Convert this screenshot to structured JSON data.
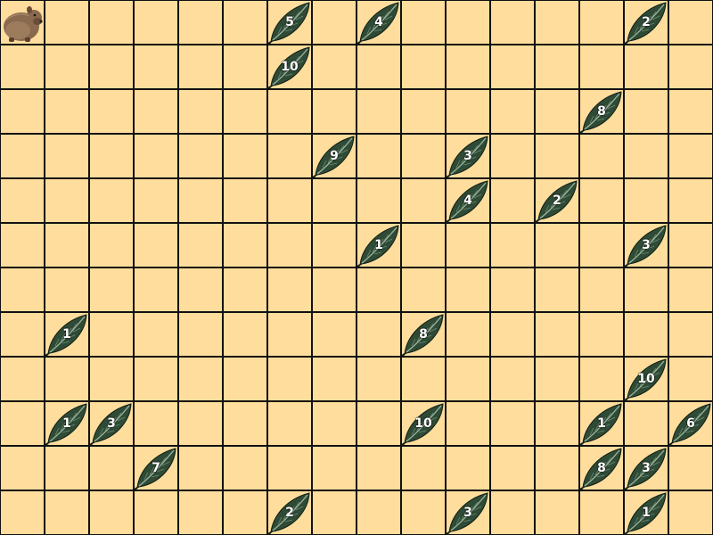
{
  "board": {
    "cols": 16,
    "rows": 12,
    "background_color": "#ffdd9c",
    "grid_color": "#111111"
  },
  "wombat": {
    "col": 0,
    "row": 0,
    "icon": "wombat-icon"
  },
  "leaf_colors": {
    "body": "#2f4b36",
    "vein": "#9db6a2",
    "highlight": "#6e8c75"
  },
  "leaves": [
    {
      "col": 6,
      "row": 0,
      "count": "5"
    },
    {
      "col": 8,
      "row": 0,
      "count": "4"
    },
    {
      "col": 14,
      "row": 0,
      "count": "2"
    },
    {
      "col": 6,
      "row": 1,
      "count": "10"
    },
    {
      "col": 13,
      "row": 2,
      "count": "8"
    },
    {
      "col": 7,
      "row": 3,
      "count": "9"
    },
    {
      "col": 10,
      "row": 3,
      "count": "3"
    },
    {
      "col": 10,
      "row": 4,
      "count": "4"
    },
    {
      "col": 12,
      "row": 4,
      "count": "2"
    },
    {
      "col": 8,
      "row": 5,
      "count": "1"
    },
    {
      "col": 14,
      "row": 5,
      "count": "3"
    },
    {
      "col": 1,
      "row": 7,
      "count": "1"
    },
    {
      "col": 9,
      "row": 7,
      "count": "8"
    },
    {
      "col": 14,
      "row": 8,
      "count": "10"
    },
    {
      "col": 1,
      "row": 9,
      "count": "1"
    },
    {
      "col": 2,
      "row": 9,
      "count": "3"
    },
    {
      "col": 9,
      "row": 9,
      "count": "10"
    },
    {
      "col": 13,
      "row": 9,
      "count": "1"
    },
    {
      "col": 15,
      "row": 9,
      "count": "6"
    },
    {
      "col": 3,
      "row": 10,
      "count": "7"
    },
    {
      "col": 13,
      "row": 10,
      "count": "8"
    },
    {
      "col": 14,
      "row": 10,
      "count": "3"
    },
    {
      "col": 6,
      "row": 11,
      "count": "2"
    },
    {
      "col": 10,
      "row": 11,
      "count": "3"
    },
    {
      "col": 14,
      "row": 11,
      "count": "1"
    }
  ]
}
